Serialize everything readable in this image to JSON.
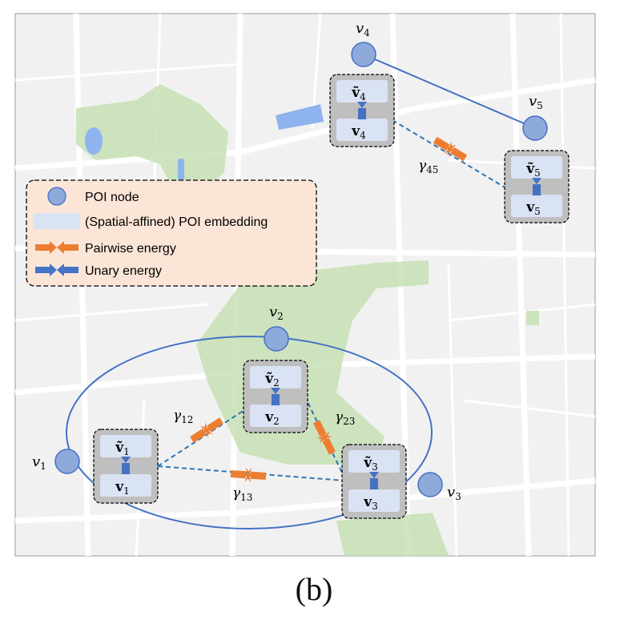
{
  "caption": "(b)",
  "legend": {
    "poi_node": "POI node",
    "poi_embedding": "(Spatial-affined) POI embedding",
    "pairwise": "Pairwise energy",
    "unary": "Unary energy"
  },
  "nodes": {
    "v1": {
      "base": "v",
      "sub": "1"
    },
    "v2": {
      "base": "v",
      "sub": "2"
    },
    "v3": {
      "base": "v",
      "sub": "3"
    },
    "v4": {
      "base": "v",
      "sub": "4"
    },
    "v5": {
      "base": "v",
      "sub": "5"
    }
  },
  "embeddings": {
    "e1": {
      "top_base": "ṽ",
      "top_sub": "1",
      "bottom_base": "v",
      "bottom_sub": "1"
    },
    "e2": {
      "top_base": "ṽ",
      "top_sub": "2",
      "bottom_base": "v",
      "bottom_sub": "2"
    },
    "e3": {
      "top_base": "ṽ",
      "top_sub": "3",
      "bottom_base": "v",
      "bottom_sub": "3"
    },
    "e4": {
      "top_base": "ṽ",
      "top_sub": "4",
      "bottom_base": "v",
      "bottom_sub": "4"
    },
    "e5": {
      "top_base": "ṽ",
      "top_sub": "5",
      "bottom_base": "v",
      "bottom_sub": "5"
    }
  },
  "energies": {
    "g12": {
      "base": "γ",
      "sub": "12"
    },
    "g13": {
      "base": "γ",
      "sub": "13"
    },
    "g23": {
      "base": "γ",
      "sub": "23"
    },
    "g45": {
      "base": "γ",
      "sub": "45"
    }
  },
  "colors": {
    "node_fill": "#8eaadb",
    "node_stroke": "#4472c4",
    "pairwise": "#ed7d31",
    "unary": "#4472c4",
    "embedding": "#dae3f3",
    "legend_bg": "#fbe5d6",
    "park": "#c5e0b4"
  }
}
